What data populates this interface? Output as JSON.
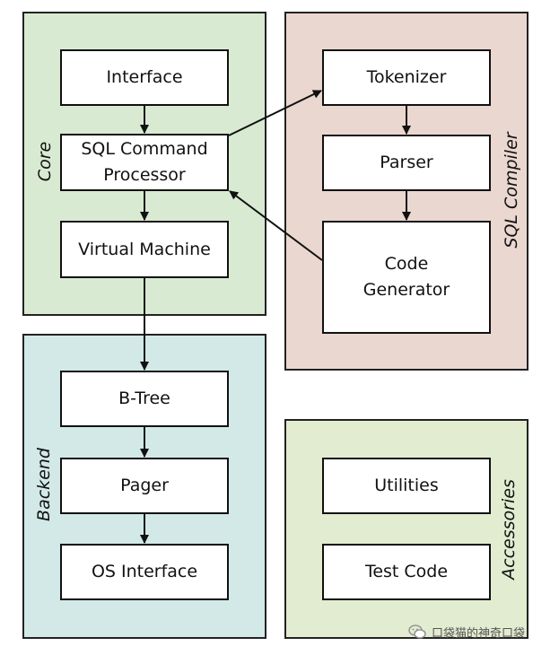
{
  "colors": {
    "core": "#d9ead2",
    "sql_compiler": "#ead7cf",
    "backend": "#d2e9e7",
    "accessories": "#e1ecd0"
  },
  "groups": {
    "core": {
      "label": "Core"
    },
    "sql_compiler": {
      "label": "SQL Compiler"
    },
    "backend": {
      "label": "Backend"
    },
    "accessories": {
      "label": "Accessories"
    }
  },
  "boxes": {
    "interface": "Interface",
    "sql_command_processor": "SQL Command\nProcessor",
    "virtual_machine": "Virtual Machine",
    "tokenizer": "Tokenizer",
    "parser": "Parser",
    "code_generator": "Code\nGenerator",
    "btree": "B-Tree",
    "pager": "Pager",
    "os_interface": "OS Interface",
    "utilities": "Utilities",
    "test_code": "Test Code"
  },
  "watermark": {
    "text": "口袋猫的神奇口袋",
    "icon": "wechat-icon"
  }
}
